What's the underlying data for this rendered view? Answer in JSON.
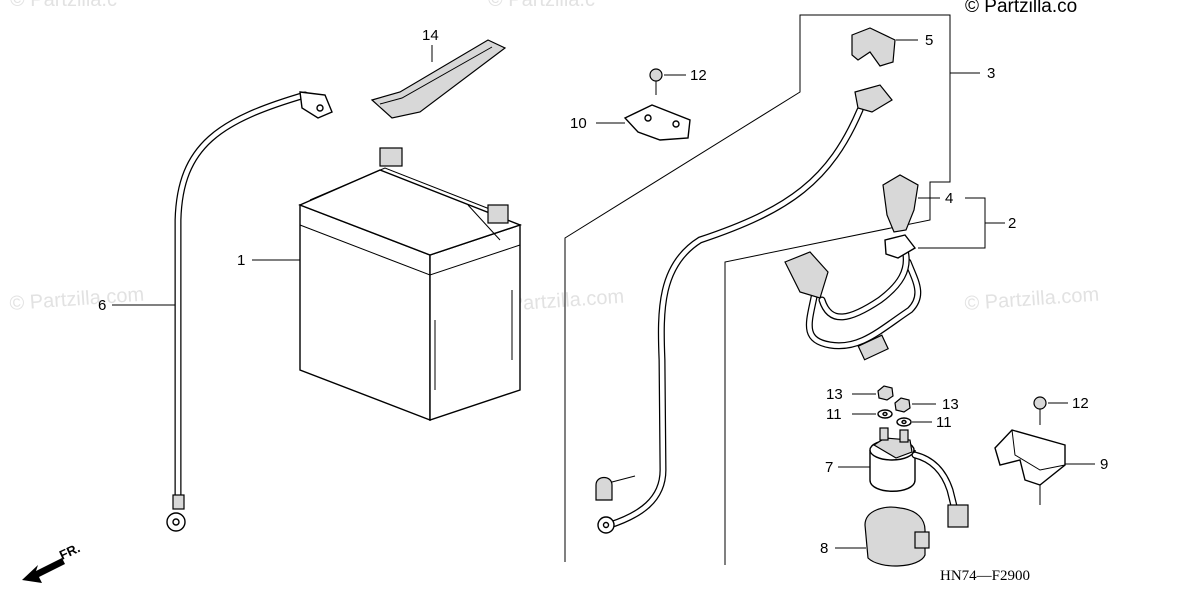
{
  "watermarks": {
    "top_left": "© Partzilla.c",
    "top_mid": "© Partzilla.c",
    "top_right": "© Partzilla.co",
    "mid_left": "© Partzilla.com",
    "mid_center": "© Partzilla.com",
    "mid_right": "© Partzilla.com"
  },
  "diagram_code": "HN74—F2900",
  "front_label": "FR.",
  "callouts": {
    "p1": "1",
    "p2": "2",
    "p3": "3",
    "p4": "4",
    "p5": "5",
    "p6": "6",
    "p7": "7",
    "p8": "8",
    "p9": "9",
    "p10": "10",
    "p11a": "11",
    "p11b": "11",
    "p12a": "12",
    "p12b": "12",
    "p13a": "13",
    "p13b": "13",
    "p14": "14"
  }
}
